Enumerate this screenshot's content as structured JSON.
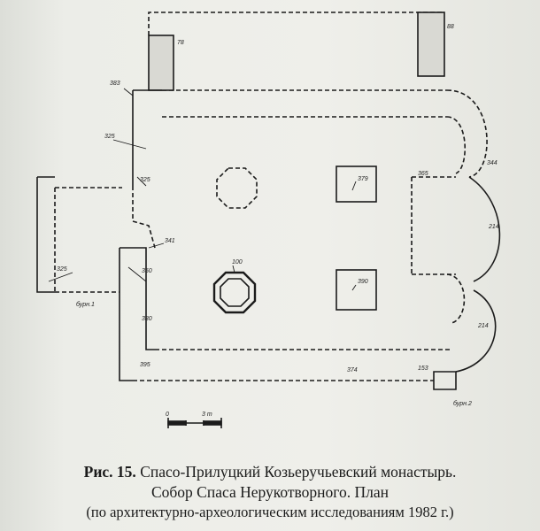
{
  "figure": {
    "label": "Рис. 15.",
    "caption_line1": "Спасо-Прилуцкий Козьеручьевский монастырь.",
    "caption_line2": "Собор Спаса Нерукотворного. План",
    "caption_line3": "(по архитектурно-археологическим исследованиям 1982 г.)"
  },
  "plan_labels": {
    "l_383": "383",
    "l_325a": "325",
    "l_325b": "325",
    "l_325c": "325",
    "l_341": "341",
    "l_350": "350",
    "l_380": "380",
    "l_365": "365",
    "l_379": "379",
    "l_390": "390",
    "l_100": "100",
    "l_395": "395",
    "l_344": "344",
    "l_214a": "214",
    "l_214b": "214",
    "l_374": "374",
    "l_153": "153",
    "l_78": "78",
    "l_88": "88",
    "l_bore1": "бурн.1",
    "l_bore2": "бурн.2",
    "scale_zero": "0",
    "scale_end": "3 m"
  },
  "colors": {
    "ink": "#1b1b1b",
    "paper": "#ecede8"
  }
}
